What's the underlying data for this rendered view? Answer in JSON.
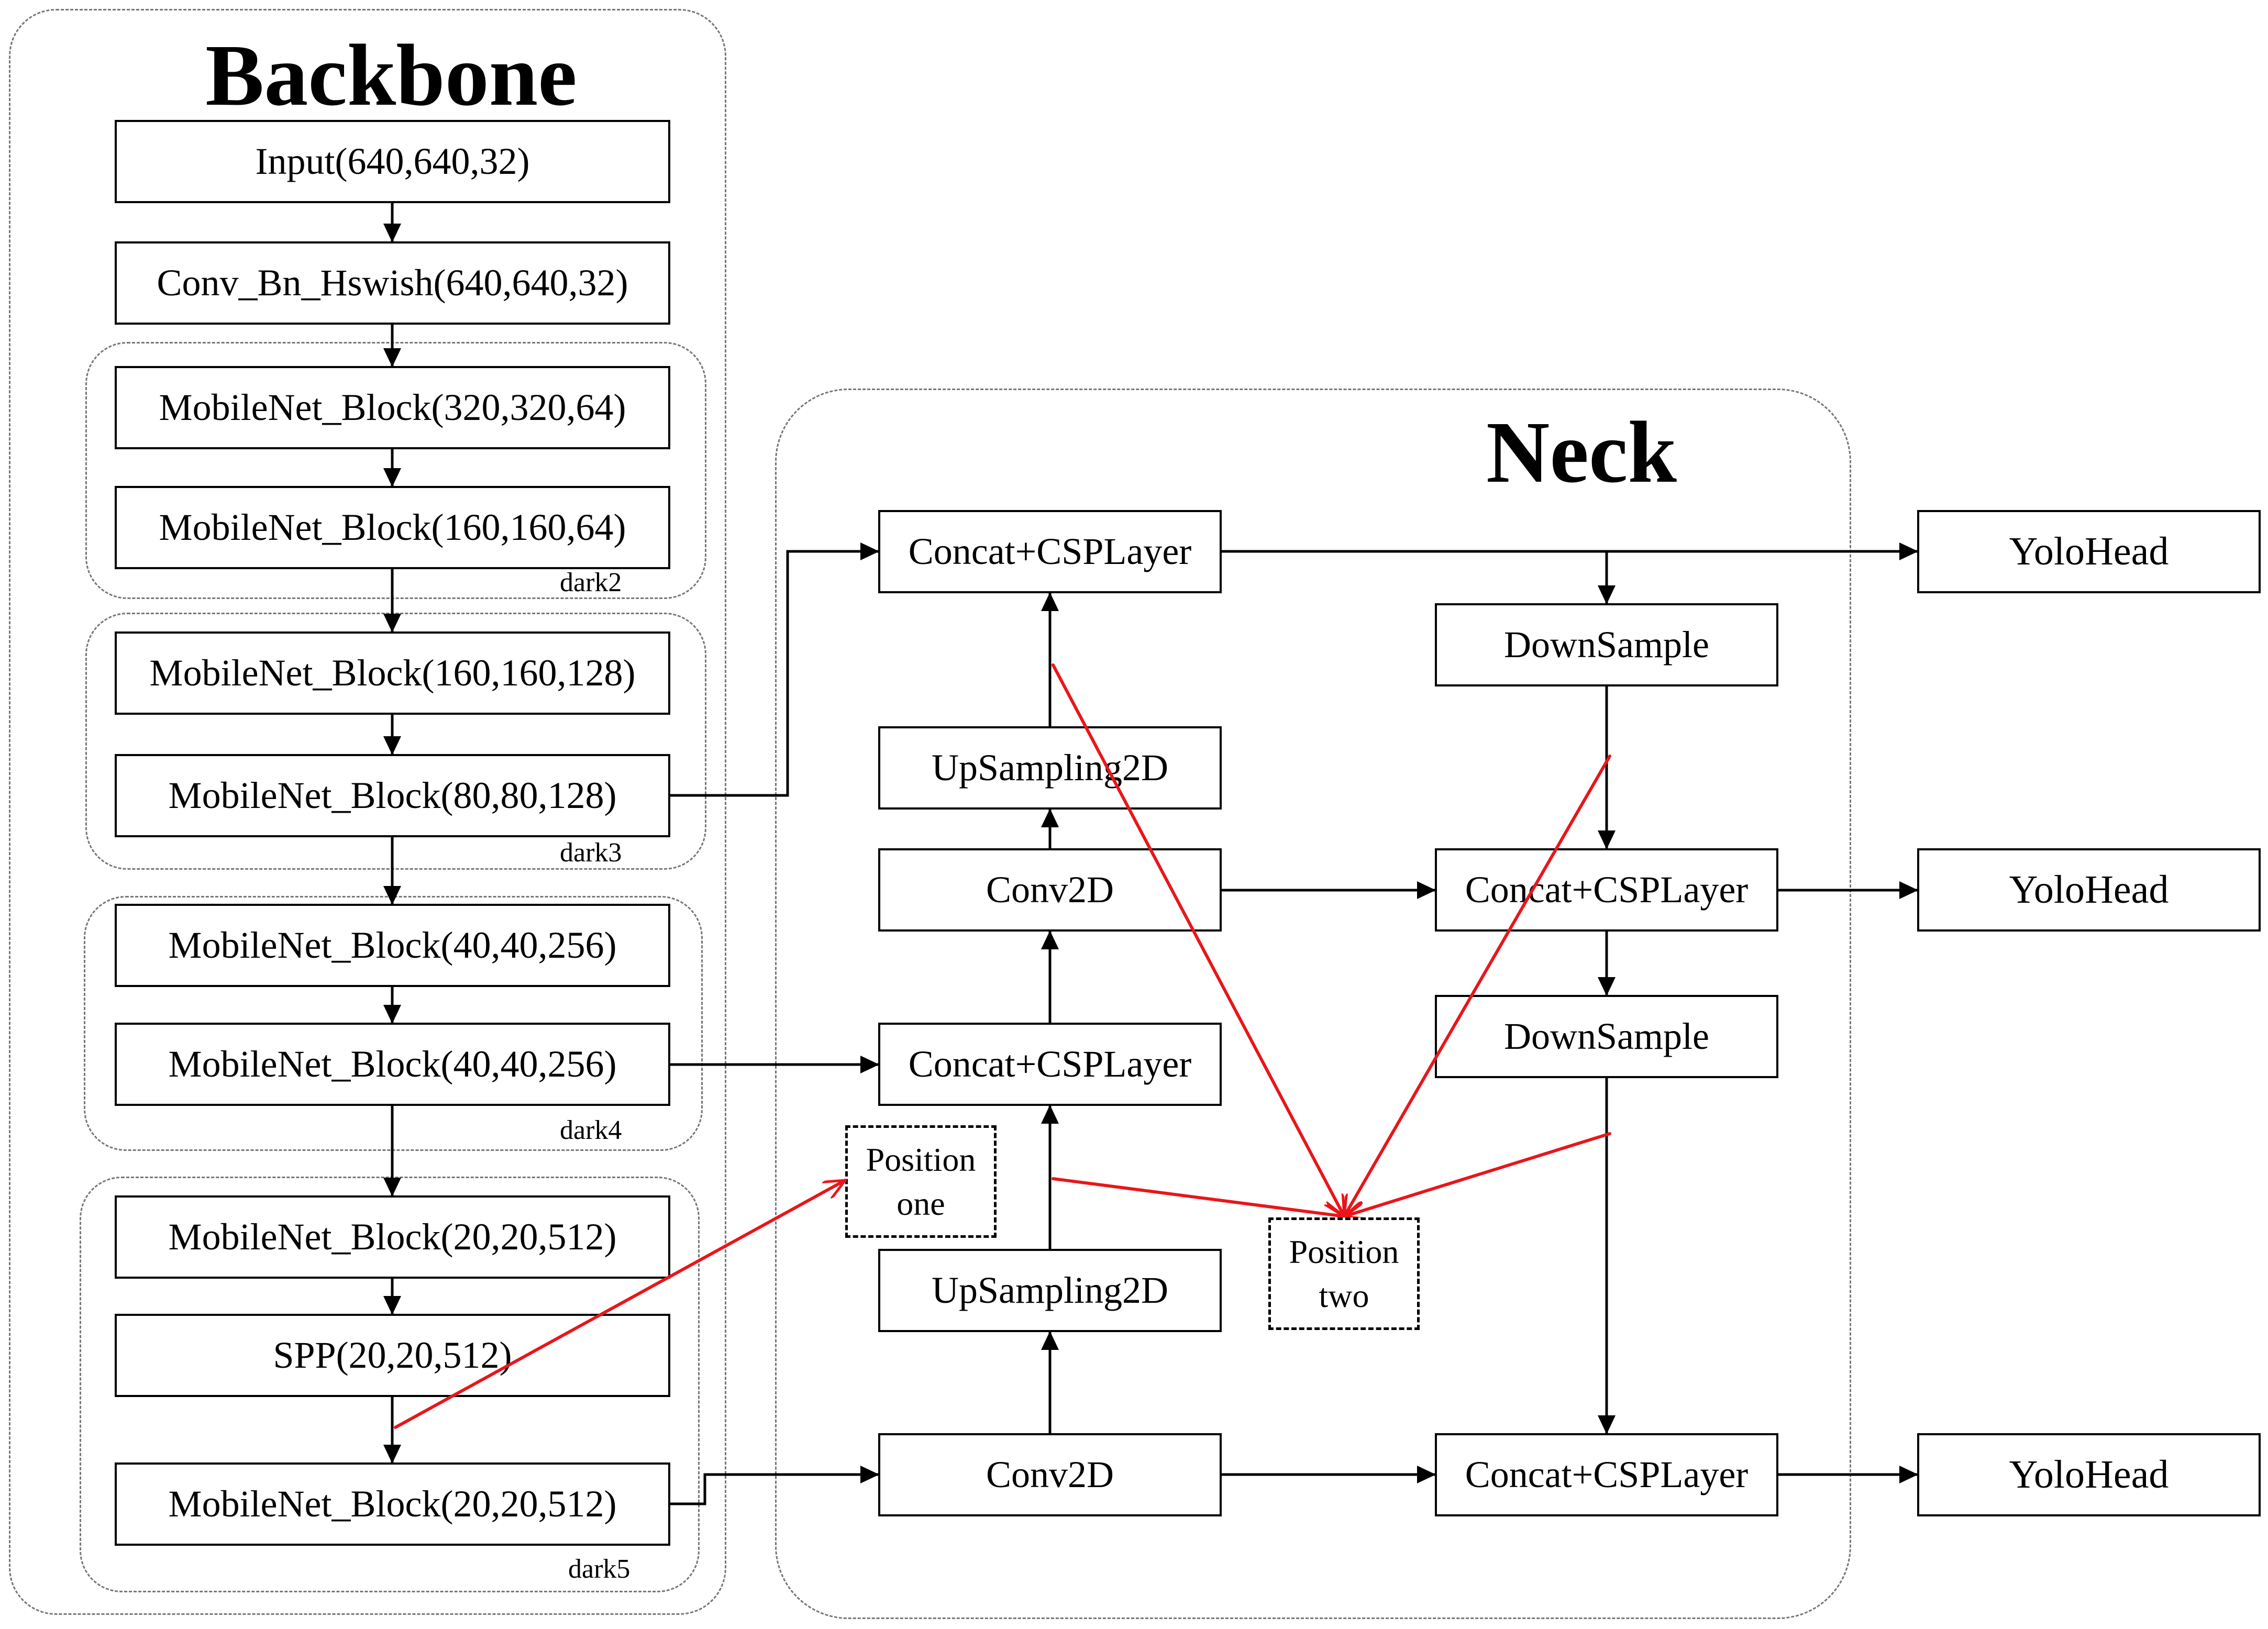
{
  "backbone": {
    "title": "Backbone",
    "input": "Input(640,640,32)",
    "conv": "Conv_Bn_Hswish(640,640,32)",
    "dark2": {
      "label": "dark2",
      "block1": "MobileNet_Block(320,320,64)",
      "block2": "MobileNet_Block(160,160,64)"
    },
    "dark3": {
      "label": "dark3",
      "block1": "MobileNet_Block(160,160,128)",
      "block2": "MobileNet_Block(80,80,128)"
    },
    "dark4": {
      "label": "dark4",
      "block1": "MobileNet_Block(40,40,256)",
      "block2": "MobileNet_Block(40,40,256)"
    },
    "dark5": {
      "label": "dark5",
      "block1": "MobileNet_Block(20,20,512)",
      "spp": "SPP(20,20,512)",
      "block2": "MobileNet_Block(20,20,512)"
    }
  },
  "neck": {
    "title": "Neck",
    "concat_top": "Concat+CSPLayer",
    "upsample_top": "UpSampling2D",
    "conv_mid": "Conv2D",
    "concat_mid": "Concat+CSPLayer",
    "upsample_bottom": "UpSampling2D",
    "conv_bottom": "Conv2D",
    "downsample_top": "DownSample",
    "concat_right_mid": "Concat+CSPLayer",
    "downsample_bottom": "DownSample",
    "concat_right_bottom": "Concat+CSPLayer"
  },
  "heads": [
    "YoloHead",
    "YoloHead",
    "YoloHead"
  ],
  "positions": {
    "one": {
      "line1": "Position",
      "line2": "one"
    },
    "two": {
      "line1": "Position",
      "line2": "two"
    }
  },
  "colors": {
    "flow": "#000000",
    "position_arrows": "#e8161b",
    "group_border": "#777777"
  }
}
